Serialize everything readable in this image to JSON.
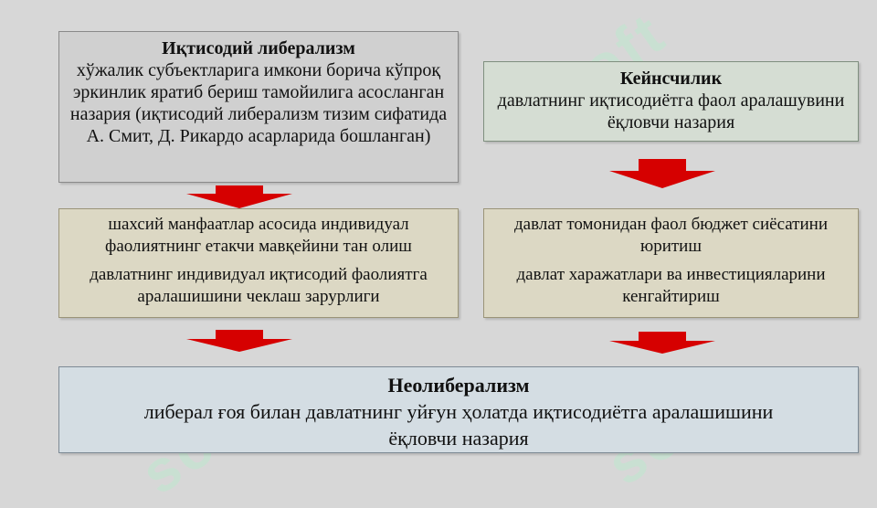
{
  "left_top": {
    "title": "Иқтисодий либерализм",
    "text": "хўжалик субъектларига имкони борича кўпроқ эркинлик яратиб бериш тамойилига асосланган  назария (иқтисодий либерализм тизим сифатида А. Смит, Д. Рикардо асарларида бошланган)"
  },
  "right_top": {
    "title": "Кейнсчилик",
    "text": "давлатнинг иқтисодиётга фаол аралашувини ёқловчи назария"
  },
  "left_mid": {
    "item1": "шахсий манфаатлар асосида индивидуал фаолиятнинг етакчи мавқейини тан олиш",
    "item2": "давлатнинг индивидуал иқтисодий фаолиятга аралашишини чеклаш зарурлиги"
  },
  "right_mid": {
    "item1": "давлат томонидан фаол бюджет сиёсатини юритиш",
    "item2": "давлат харажатлари ва инвестицияларини кенгайтириш"
  },
  "bottom": {
    "title": "Неолиберализм",
    "text": "либерал ғоя билан давлатнинг уйғун ҳолатда иқтисодиётга аралашишини ёқловчи назария"
  },
  "colors": {
    "arrow": "#d60000",
    "watermark": "#bfe8cf"
  },
  "watermark_text": "soft"
}
